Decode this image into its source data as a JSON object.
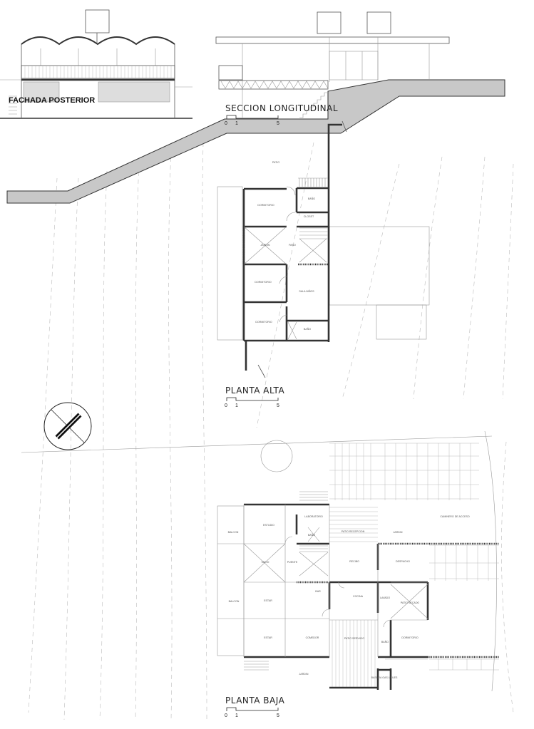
{
  "titles": {
    "rear_facade": "FACHADA POSTERIOR",
    "section": "SECCION  LONGITUDINAL",
    "upper_floor": "PLANTA  ALTA",
    "ground_floor": "PLANTA  BAJA"
  },
  "scale_bar": {
    "ticks": [
      "0",
      "1",
      "5"
    ]
  },
  "upper_plan_rooms": [
    "PATIO",
    "DORMITORIO",
    "BAÑO",
    "CLOSET",
    "JARDIN",
    "PASO",
    "DORMITORIO",
    "SALA NIÑOS",
    "DORMITORIO",
    "BAÑO"
  ],
  "ground_plan_rooms": [
    "ESTUDIO",
    "LABORATORIO",
    "BAÑO",
    "PATIO RECEPCION",
    "JARDIN",
    "CAMINERO DE ACCESO",
    "BALCON",
    "VACIO",
    "PUENTE",
    "RECIBO",
    "DESPACHO",
    "BALCON",
    "ESTAR",
    "BAR",
    "COCINA",
    "LAVADO",
    "PATIO SECADO",
    "ESTAR",
    "COMEDOR",
    "PATIO SERVICIO",
    "BAÑO",
    "DORMITORIO",
    "JARDIN",
    "BASURA GAS UTILES"
  ],
  "colors": {
    "ground_fill": "#c8c8c8",
    "wall": "#333333"
  }
}
